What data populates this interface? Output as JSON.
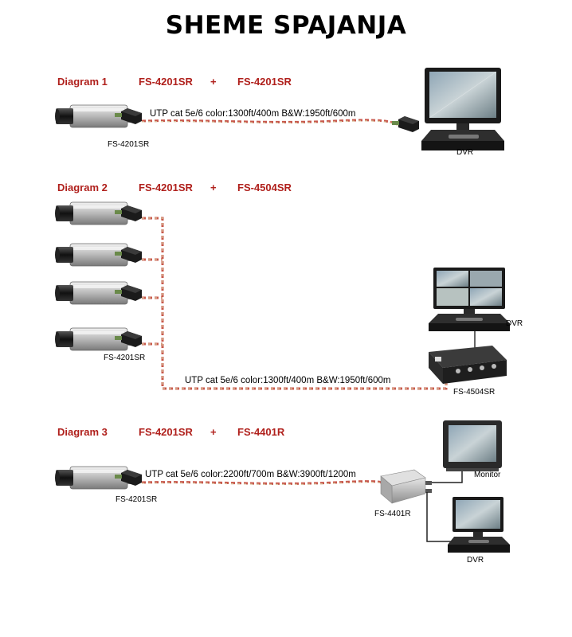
{
  "title": "SHEME SPAJANJA",
  "diagrams": [
    {
      "label": "Diagram 1",
      "device_a": "FS-4201SR",
      "plus": "+",
      "device_b": "FS-4201SR",
      "cable": "UTP  cat 5e/6  color:1300ft/400m  B&W:1950ft/600m",
      "camera_label": "FS-4201SR",
      "dvr_label": "DVR"
    },
    {
      "label": "Diagram 2",
      "device_a": "FS-4201SR",
      "plus": "+",
      "device_b": "FS-4504SR",
      "cable": "UTP  cat 5e/6  color:1300ft/400m  B&W:1950ft/600m",
      "camera_label": "FS-4201SR",
      "dvr_label": "DVR",
      "receiver_label": "FS-4504SR"
    },
    {
      "label": "Diagram 3",
      "device_a": "FS-4201SR",
      "plus": "+",
      "device_b": "FS-4401R",
      "cable": "UTP  cat 5e/6  color:2200ft/700m  B&W:3900ft/1200m",
      "camera_label": "FS-4201SR",
      "receiver_label": "FS-4401R",
      "monitor_label": "Monitor",
      "dvr_label": "DVR"
    }
  ],
  "colors": {
    "heading_red": "#b0201c",
    "cable_a": "#c8584c",
    "cable_b": "#d9c8a0"
  }
}
